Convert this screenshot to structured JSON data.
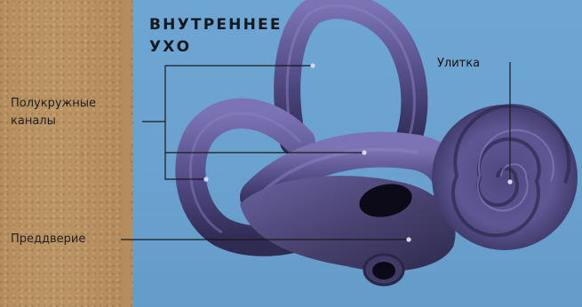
{
  "title": {
    "line1": "ВНУТРЕННЕЕ",
    "line2": "УХО"
  },
  "labels": {
    "semicircular_canals_line1": "Полукружные",
    "semicircular_canals_line2": "каналы",
    "cochlea": "Улитка",
    "vestibule": "Преддверие"
  },
  "colors": {
    "background": "#6aa1cf",
    "cardboard": "#b98f62",
    "organ": "#4a4372",
    "title_text": "#15191f",
    "leader_line": "#1a1a1a"
  }
}
